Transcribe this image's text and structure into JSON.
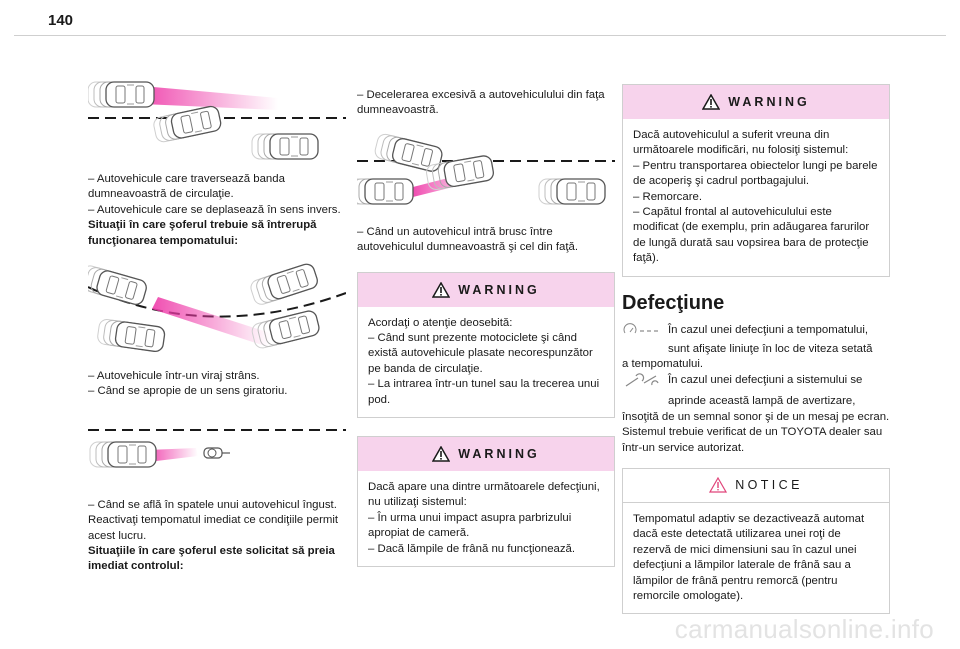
{
  "page": {
    "number": "140",
    "watermark": "carmanualsonline.info"
  },
  "col1": {
    "p1_1": "– Autovehicule care traversează banda dumneavoastră de circulaţie.",
    "p1_2": "– Autovehicule care se deplasează în sens invers.",
    "p1_3": "Situaţii în care şoferul trebuie să întrerupă funcţionarea tempomatului:",
    "p2_1": "– Autovehicule într-un viraj strâns.",
    "p2_2": "– Când se apropie de un sens giratoriu.",
    "p3_1": "– Când se află în spatele unui autovehicul îngust.",
    "p3_2": "Reactivaţi tempomatul imediat ce condiţiile permit acest lucru.",
    "p3_3": "Situaţiile în care şoferul este solicitat să preia imediat controlul:"
  },
  "col2": {
    "p1": "– Decelerarea excesivă a autovehiculului din faţa dumneavoastră.",
    "p2": "– Când un autovehicul intră brusc între autovehiculul dumneavoastră şi cel din faţă.",
    "warn1": {
      "title": "WARNING",
      "l1": "Acordaţi o atenţie deosebită:",
      "l2": "– Când sunt prezente motociclete şi când există autovehicule plasate necorespunzător pe banda de circulaţie.",
      "l3": "– La intrarea într-un tunel sau la trecerea unui pod."
    },
    "warn2": {
      "title": "WARNING",
      "l1": "Dacă apare una dintre următoarele defecţiuni, nu utilizaţi sistemul:",
      "l2": "– În urma unui impact asupra parbrizului apropiat de cameră.",
      "l3": "– Dacă lămpile de frână nu funcţionează."
    }
  },
  "col3": {
    "warn": {
      "title": "WARNING",
      "l1": "Dacă autovehiculul a suferit vreuna din următoarele modificări, nu folosiţi sistemul:",
      "l2": "– Pentru transportarea obiectelor lungi pe barele de acoperiş şi cadrul portbagajului.",
      "l3": "– Remorcare.",
      "l4": "– Capătul frontal al autovehiculului este modificat (de exemplu, prin adăugarea farurilor de lungă durată sau vopsirea bara de protecţie faţă)."
    },
    "section_title": "Defecţiune",
    "d1a": "În cazul unei defecţiuni a tempomatului,",
    "d1b": "sunt afişate liniuţe în loc de viteza setată",
    "d1c": "a tempomatului.",
    "d2a": "În cazul unei defecţiuni a sistemului se",
    "d2b": "aprinde această lampă de avertizare,",
    "d2c": "însoţită de un semnal sonor şi de un mesaj pe ecran.",
    "d3": "Sistemul trebuie verificat de un TOYOTA dealer sau într-un service autorizat.",
    "notice": {
      "title": "NOTICE",
      "body": "Tempomatul adaptiv se dezactivează automat dacă este detectată utilizarea unei roţi de rezervă de mici dimensiuni sau în cazul unei defecţiuni a lămpilor laterale de frână sau a lămpilor de frână pentru remorcă (pentru remorcile omologate)."
    }
  },
  "colors": {
    "accent_pink": "#f7d3ec",
    "beam": "#ee3aa8",
    "warning_triangle": "#1a1a1a",
    "notice_triangle": "#e0457a"
  }
}
